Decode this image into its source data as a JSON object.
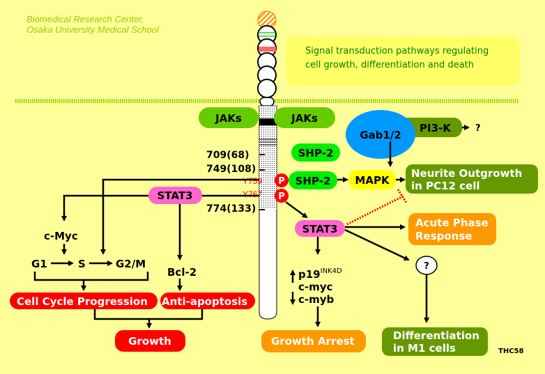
{
  "header": {
    "institution_line1": "Biomedical Research Center,",
    "institution_line2": "Osaka University Medical School",
    "title_line1": "Signal transduction pathways regulating",
    "title_line2": "cell growth, differentiation and death"
  },
  "receptor": {
    "site1": "709(68)",
    "site2": "749(108)",
    "site3": "774(133)",
    "tyr1": "Y759",
    "tyr2": "Y767",
    "phospho": "P"
  },
  "nodes": {
    "jaks_left": "JAKs",
    "jaks_right": "JAKs",
    "gab": "Gab1/2",
    "pi3k": "PI3-K",
    "pi3k_target": "?",
    "shp2_upper": "SHP-2",
    "shp2_lower": "SHP-2",
    "mapk": "MAPK",
    "neurite_line1": "Neurite Outgrowth",
    "neurite_line2": "in PC12 cell",
    "stat3_left": "STAT3",
    "stat3_right": "STAT3",
    "acute_line1": "Acute Phase",
    "acute_line2": "Response",
    "unknown": "?",
    "diff_line1": "Differentiation",
    "diff_line2": "in M1 cells",
    "growth_arrest": "Growth Arrest",
    "p19": "p19",
    "p19_sup": "INK4D",
    "cmyc_right": "c-myc",
    "cmyb": "c-myb",
    "cmyc_left": "c-Myc",
    "g1": "G1",
    "s": "S",
    "g2m": "G2/M",
    "bcl2": "Bcl-2",
    "cell_cycle": "Cell Cycle Progression",
    "anti_apoptosis": "Anti-apoptosis",
    "growth": "Growth"
  },
  "footer": {
    "code": "THC58"
  },
  "colors": {
    "background": "#ffff99",
    "jak": "#66cc00",
    "gab": "#0099ff",
    "pi3k": "#669900",
    "shp2": "#00ee00",
    "mapk": "#ffff00",
    "stat3": "#ff66cc",
    "orange": "#ff9900",
    "red": "#ff0000"
  }
}
